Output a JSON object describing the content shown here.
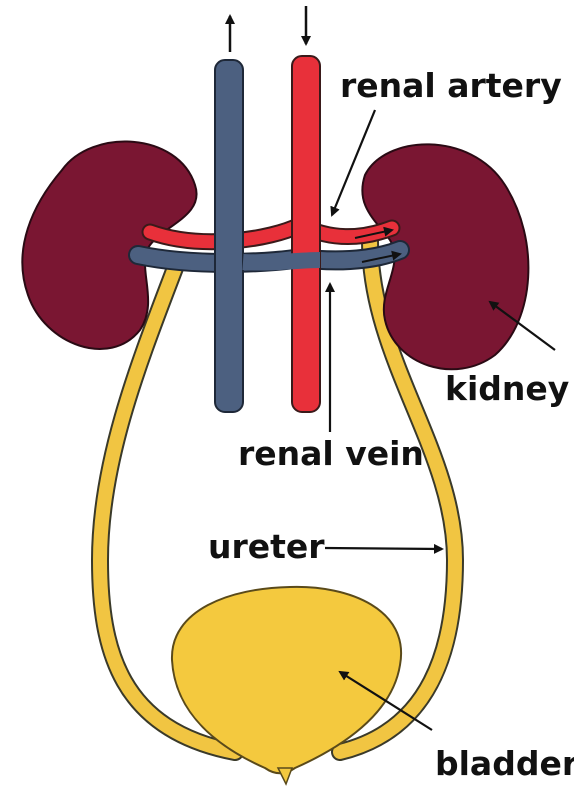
{
  "labels": {
    "renal_artery": "renal artery",
    "kidney": "kidney",
    "renal_vein": "renal vein",
    "ureter": "ureter",
    "bladder": "bladder"
  },
  "colors": {
    "kidney": "#7a1632",
    "artery": "#e8303a",
    "vein": "#4c6080",
    "ureter": "#f1c542",
    "bladder": "#f4c93e",
    "outline": "#2a2a2a",
    "text": "#111111"
  }
}
